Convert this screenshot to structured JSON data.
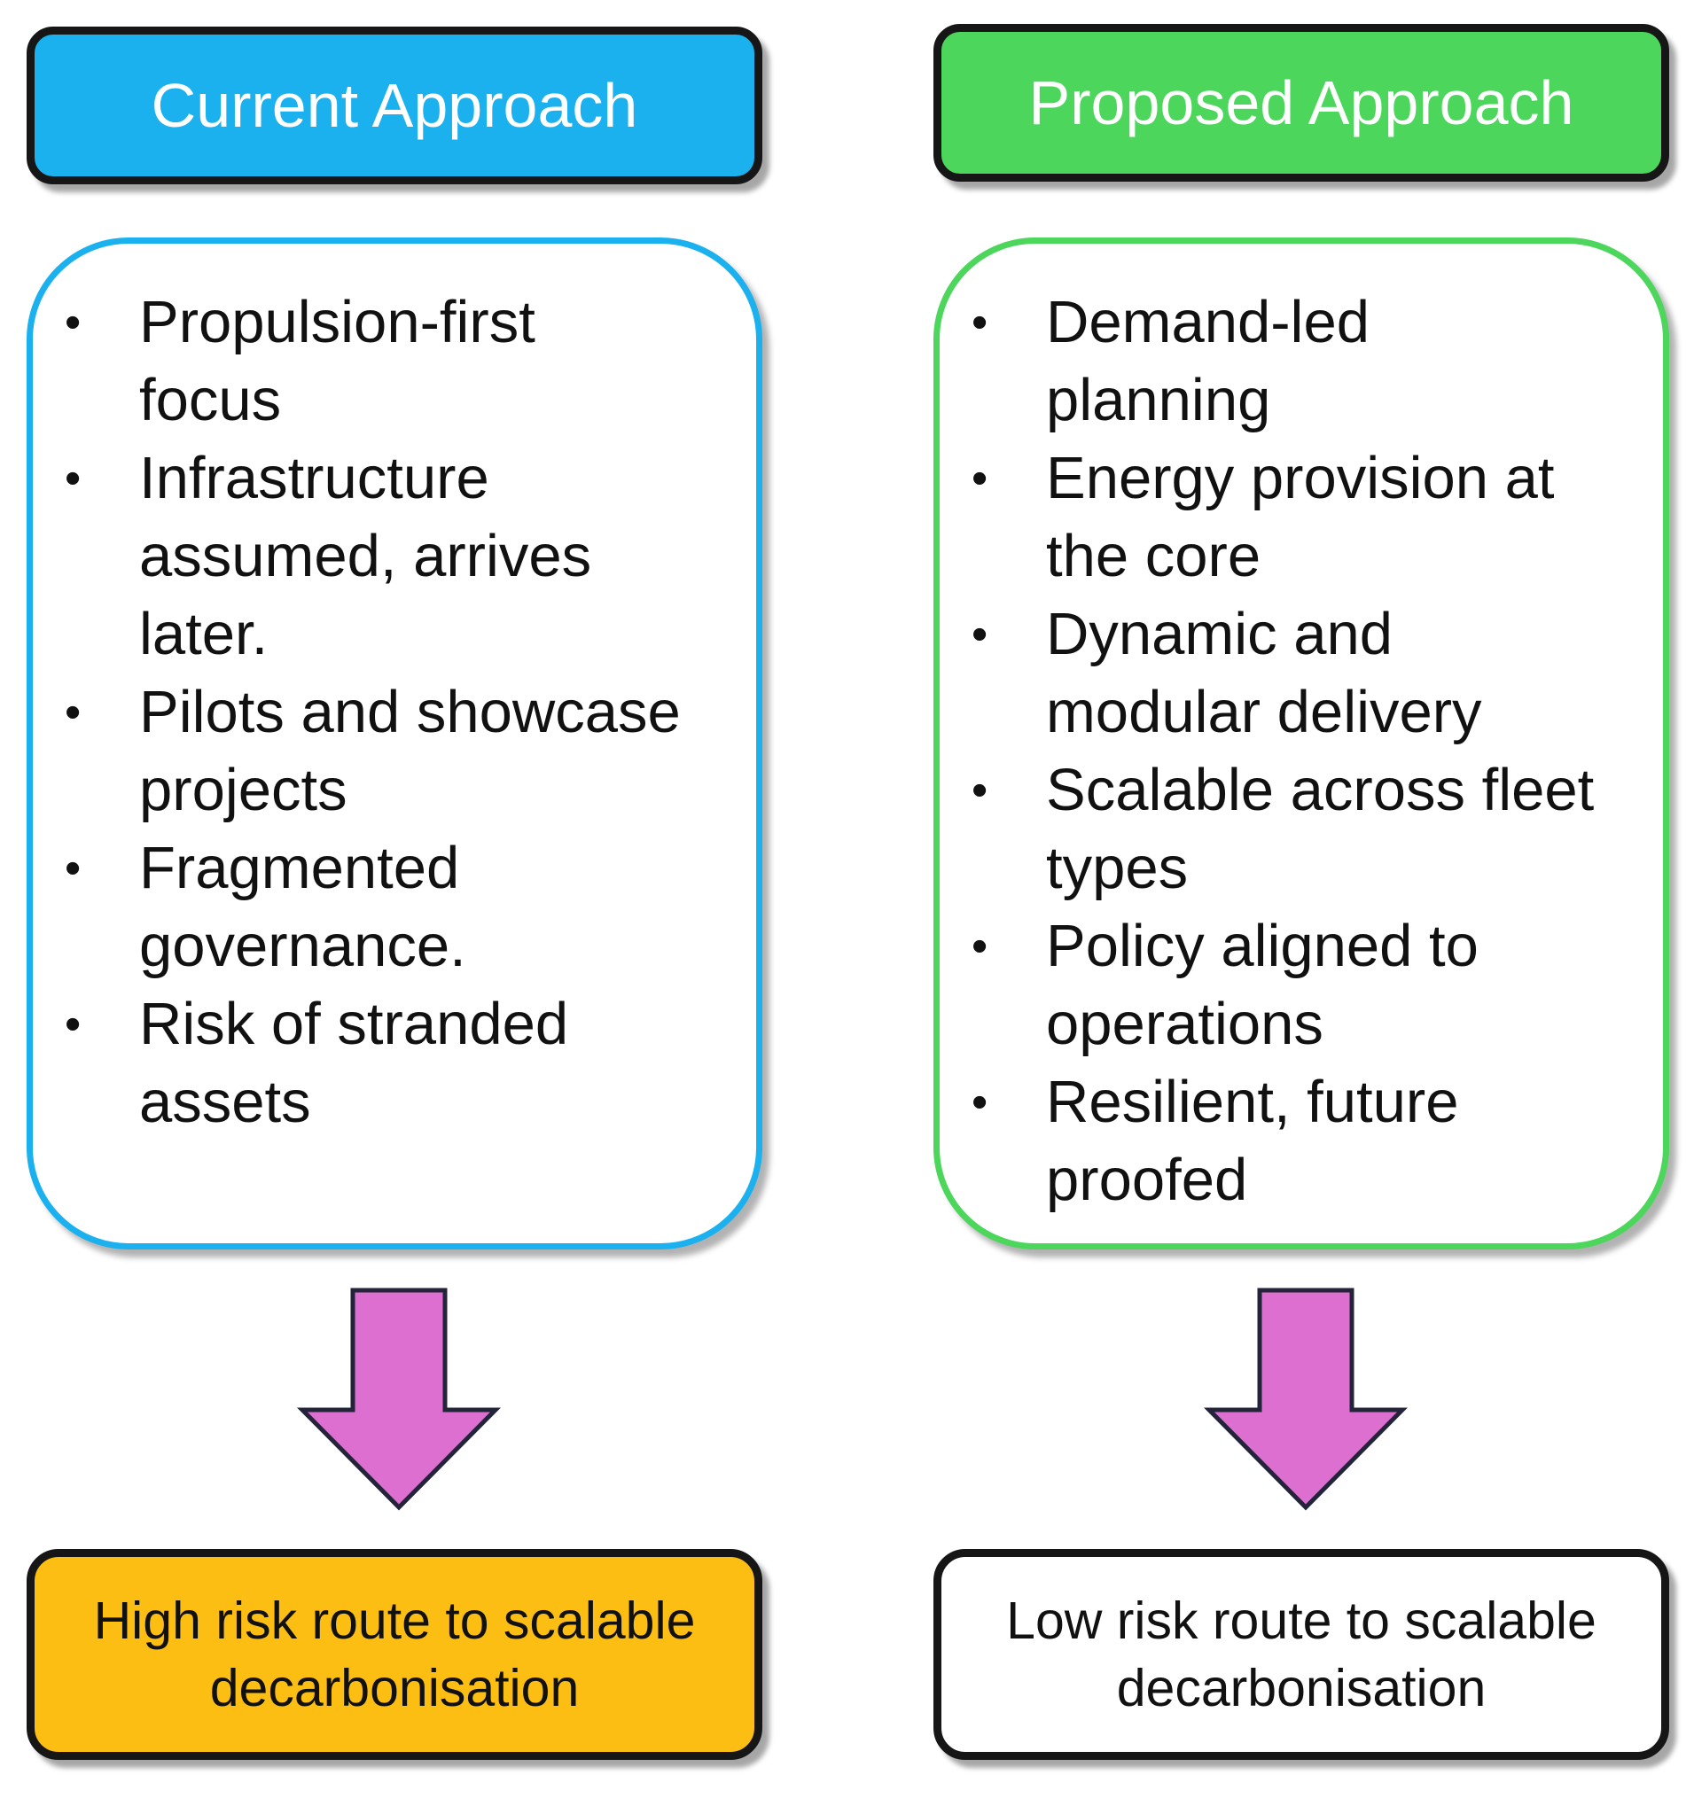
{
  "columns": [
    {
      "title": "Current Approach",
      "title_color": "#1bb1ee",
      "border_color": "#1bb1ee",
      "items": [
        [
          "Propulsion-first",
          "focus"
        ],
        [
          "Infrastructure",
          "assumed, arrives",
          "later."
        ],
        [
          "Pilots and showcase",
          "projects"
        ],
        [
          "Fragmented",
          "governance."
        ],
        [
          "Risk of stranded",
          "assets"
        ]
      ],
      "outcome": [
        "High risk route to scalable",
        "decarbonisation"
      ],
      "outcome_color": "#fdbe14"
    },
    {
      "title": "Proposed Approach",
      "title_color": "#4cd65c",
      "border_color": "#4cd65c",
      "items": [
        [
          "Demand-led",
          "planning"
        ],
        [
          "Energy provision at",
          "the core"
        ],
        [
          "Dynamic and",
          "modular delivery"
        ],
        [
          "Scalable across fleet",
          "types"
        ],
        [
          "Policy aligned to",
          "operations"
        ],
        [
          "Resilient, future",
          "proofed"
        ]
      ],
      "outcome": [
        "Low risk route to scalable",
        "decarbonisation"
      ],
      "outcome_color": "#ffffff"
    }
  ],
  "arrow_color": "#dc6fcf",
  "bullet_glyph": "•"
}
